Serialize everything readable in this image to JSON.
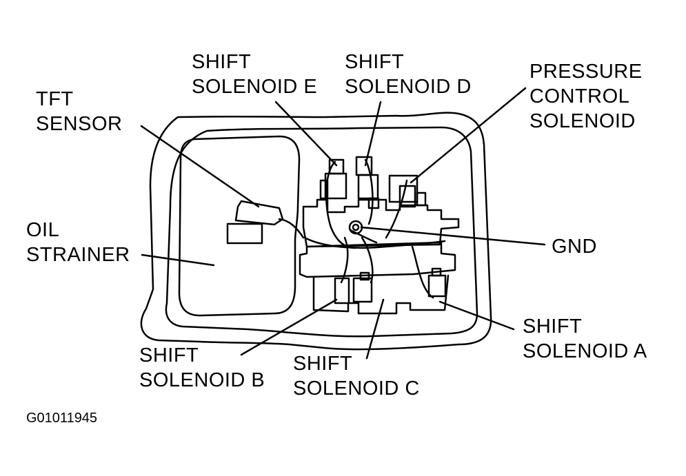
{
  "labels": {
    "tft_sensor": [
      "TFT",
      "SENSOR"
    ],
    "shift_solenoid_e": [
      "SHIFT",
      "SOLENOID E"
    ],
    "shift_solenoid_d": [
      "SHIFT",
      "SOLENOID D"
    ],
    "pressure_control_solenoid": [
      "PRESSURE",
      "CONTROL",
      "SOLENOID"
    ],
    "oil_strainer": [
      "OIL",
      "STRAINER"
    ],
    "gnd": [
      "GND"
    ],
    "shift_solenoid_a": [
      "SHIFT",
      "SOLENOID A"
    ],
    "shift_solenoid_b": [
      "SHIFT",
      "SOLENOID B"
    ],
    "shift_solenoid_c": [
      "SHIFT",
      "SOLENOID C"
    ]
  },
  "figure_code": "G01011945",
  "colors": {
    "ink": "#000000",
    "paper": "#ffffff"
  }
}
